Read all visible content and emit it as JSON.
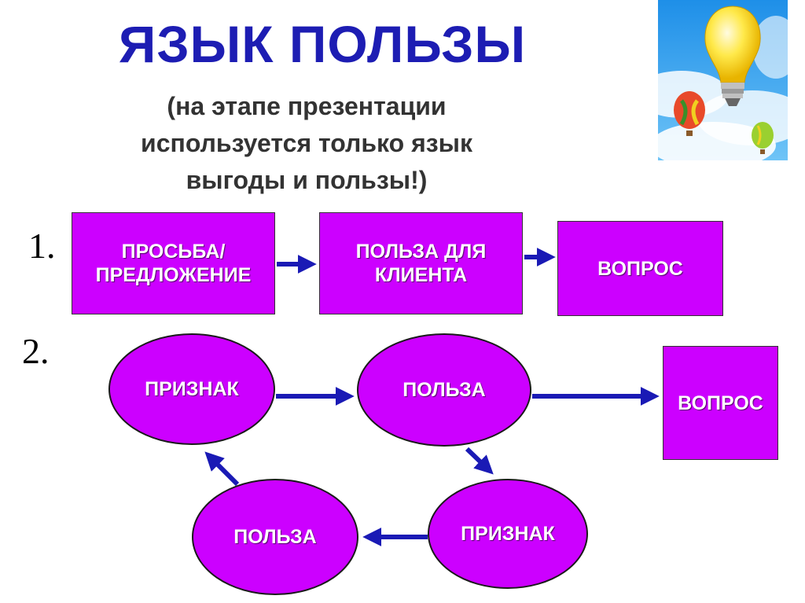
{
  "title": "ЯЗЫК ПОЛЬЗЫ",
  "subtitle": {
    "line1": "(на этапе презентации",
    "line2": "используется только язык",
    "line3": "выгоды и пользы!)"
  },
  "section1": {
    "number": "1.",
    "box1": {
      "line1": "ПРОСЬБА/",
      "line2": "ПРЕДЛОЖЕНИЕ"
    },
    "box2": {
      "line1": "ПОЛЬЗА ДЛЯ",
      "line2": "КЛИЕНТА"
    },
    "box3": {
      "label": "ВОПРОС"
    }
  },
  "section2": {
    "number": "2.",
    "ellipse_top_left": "ПРИЗНАК",
    "ellipse_top_mid": "ПОЛЬЗА",
    "ellipse_bottom_right": "ПРИЗНАК",
    "ellipse_bottom_left": "ПОЛЬЗА",
    "box_question": "ВОПРОС"
  },
  "colors": {
    "title": "#1d1db3",
    "shape_fill": "#cc00ff",
    "arrow": "#1a1ab5"
  },
  "icons": {
    "clipart": "light-bulb-with-hot-air-balloons"
  }
}
